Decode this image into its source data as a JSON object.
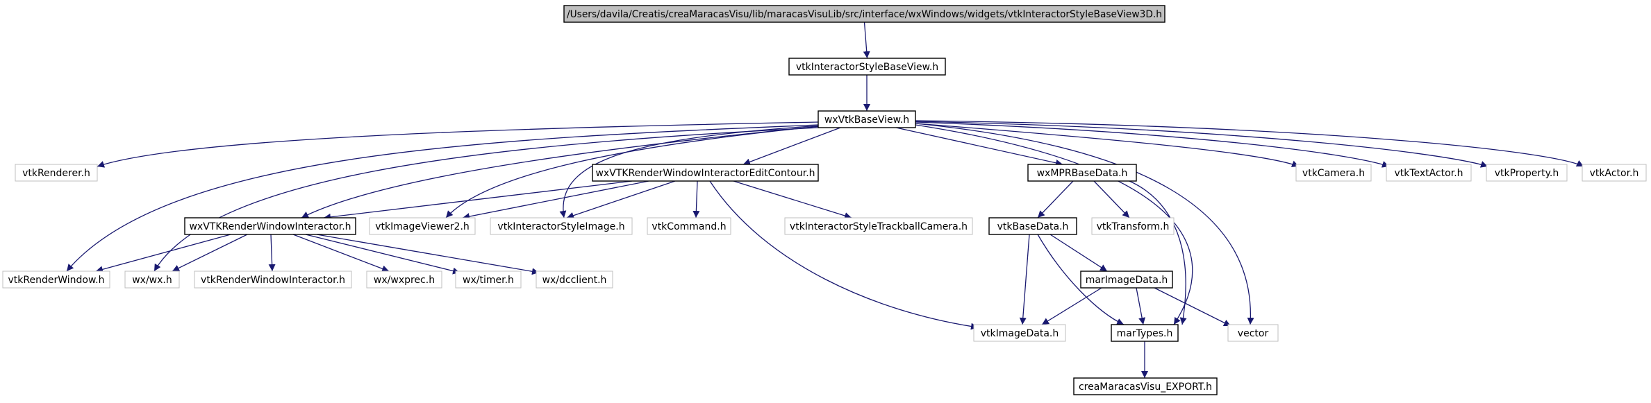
{
  "colors": {
    "edge": "#191970",
    "documented_border": "#000000",
    "undocumented_border": "#bfbfbf",
    "root_fill": "#bfbfbf",
    "node_fill": "#ffffff",
    "text": "#000000"
  },
  "nodes": [
    {
      "id": "root",
      "label": "/Users/davila/Creatis/creaMaracasVisu/lib/maracasVisuLib/src/interface/wxWindows/widgets/vtkInteractorStyleBaseView3D.h",
      "kind": "root"
    },
    {
      "id": "isbv",
      "label": "vtkInteractorStyleBaseView.h",
      "kind": "documented"
    },
    {
      "id": "wxvtkbv",
      "label": "wxVtkBaseView.h",
      "kind": "documented"
    },
    {
      "id": "renderer",
      "label": "vtkRenderer.h",
      "kind": "external"
    },
    {
      "id": "rwiec",
      "label": "wxVTKRenderWindowInteractorEditContour.h",
      "kind": "documented"
    },
    {
      "id": "mprbd",
      "label": "wxMPRBaseData.h",
      "kind": "documented"
    },
    {
      "id": "camera",
      "label": "vtkCamera.h",
      "kind": "external"
    },
    {
      "id": "textactor",
      "label": "vtkTextActor.h",
      "kind": "external"
    },
    {
      "id": "property",
      "label": "vtkProperty.h",
      "kind": "external"
    },
    {
      "id": "actor",
      "label": "vtkActor.h",
      "kind": "external"
    },
    {
      "id": "wxrwi",
      "label": "wxVTKRenderWindowInteractor.h",
      "kind": "documented"
    },
    {
      "id": "iv2",
      "label": "vtkImageViewer2.h",
      "kind": "external"
    },
    {
      "id": "isimage",
      "label": "vtkInteractorStyleImage.h",
      "kind": "external"
    },
    {
      "id": "command",
      "label": "vtkCommand.h",
      "kind": "external"
    },
    {
      "id": "istc",
      "label": "vtkInteractorStyleTrackballCamera.h",
      "kind": "external"
    },
    {
      "id": "basedata",
      "label": "vtkBaseData.h",
      "kind": "documented"
    },
    {
      "id": "transform",
      "label": "vtkTransform.h",
      "kind": "external"
    },
    {
      "id": "renwin",
      "label": "vtkRenderWindow.h",
      "kind": "external"
    },
    {
      "id": "wxwx",
      "label": "wx/wx.h",
      "kind": "external"
    },
    {
      "id": "vtkrwi",
      "label": "vtkRenderWindowInteractor.h",
      "kind": "external"
    },
    {
      "id": "wxprec",
      "label": "wx/wxprec.h",
      "kind": "external"
    },
    {
      "id": "timer",
      "label": "wx/timer.h",
      "kind": "external"
    },
    {
      "id": "dcclient",
      "label": "wx/dcclient.h",
      "kind": "external"
    },
    {
      "id": "marimg",
      "label": "marImageData.h",
      "kind": "documented"
    },
    {
      "id": "imgdata",
      "label": "vtkImageData.h",
      "kind": "external"
    },
    {
      "id": "martypes",
      "label": "marTypes.h",
      "kind": "documented"
    },
    {
      "id": "vector",
      "label": "vector",
      "kind": "external"
    },
    {
      "id": "export",
      "label": "creaMaracasVisu_EXPORT.h",
      "kind": "documented"
    }
  ],
  "edges": [
    [
      "root",
      "isbv"
    ],
    [
      "isbv",
      "wxvtkbv"
    ],
    [
      "wxvtkbv",
      "renderer"
    ],
    [
      "wxvtkbv",
      "renwin"
    ],
    [
      "wxvtkbv",
      "wxwx"
    ],
    [
      "wxvtkbv",
      "wxrwi"
    ],
    [
      "wxvtkbv",
      "iv2"
    ],
    [
      "wxvtkbv",
      "isimage"
    ],
    [
      "wxvtkbv",
      "rwiec"
    ],
    [
      "wxvtkbv",
      "mprbd"
    ],
    [
      "wxvtkbv",
      "martypes"
    ],
    [
      "wxvtkbv",
      "vector"
    ],
    [
      "wxvtkbv",
      "camera"
    ],
    [
      "wxvtkbv",
      "textactor"
    ],
    [
      "wxvtkbv",
      "property"
    ],
    [
      "wxvtkbv",
      "actor"
    ],
    [
      "rwiec",
      "wxrwi"
    ],
    [
      "rwiec",
      "iv2"
    ],
    [
      "rwiec",
      "isimage"
    ],
    [
      "rwiec",
      "command"
    ],
    [
      "rwiec",
      "istc"
    ],
    [
      "rwiec",
      "imgdata"
    ],
    [
      "mprbd",
      "basedata"
    ],
    [
      "mprbd",
      "transform"
    ],
    [
      "mprbd",
      "martypes"
    ],
    [
      "wxrwi",
      "renwin"
    ],
    [
      "wxrwi",
      "wxwx"
    ],
    [
      "wxrwi",
      "vtkrwi"
    ],
    [
      "wxrwi",
      "wxprec"
    ],
    [
      "wxrwi",
      "timer"
    ],
    [
      "wxrwi",
      "dcclient"
    ],
    [
      "basedata",
      "imgdata"
    ],
    [
      "basedata",
      "marimg"
    ],
    [
      "basedata",
      "martypes"
    ],
    [
      "marimg",
      "imgdata"
    ],
    [
      "marimg",
      "martypes"
    ],
    [
      "marimg",
      "vector"
    ],
    [
      "martypes",
      "export"
    ]
  ]
}
